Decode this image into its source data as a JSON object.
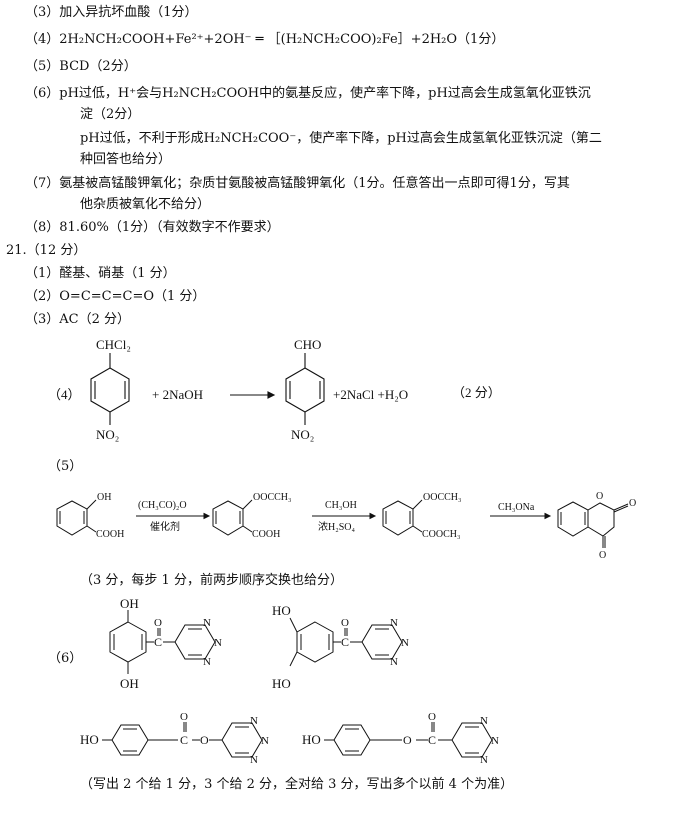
{
  "q20": {
    "l3": "（3）加入异抗坏血酸（1分）",
    "l4": "（4）2H₂NCH₂COOH+Fe²⁺+2OH⁻ ═ ［(H₂NCH₂COO)₂Fe］+2H₂O（1分）",
    "l5": "（5）BCD（2分）",
    "l6a": "（6）pH过低，H⁺会与H₂NCH₂COOH中的氨基反应，使产率下降，pH过高会生成氢氧化亚铁沉",
    "l6b": "淀（2分）",
    "l6c": "pH过低，不利于形成H₂NCH₂COO⁻，使产率下降，pH过高会生成氢氧化亚铁沉淀（第二",
    "l6d": "种回答也给分）",
    "l7a": "（7）氨基被高锰酸钾氧化；杂质甘氨酸被高锰酸钾氧化（1分。任意答出一点即可得1分，写其",
    "l7b": "他杂质被氧化不给分）",
    "l8": "（8）81.60%（1分）（有效数字不作要求）"
  },
  "q21": {
    "head": "21.（12 分）",
    "l1": "（1）醛基、硝基（1 分）",
    "l2": "（2）O=C=C=C=O（1 分）",
    "l3": "（3）AC（2 分）",
    "l4": {
      "num": "（4）",
      "reactant_sub": "CHCl₂",
      "nitro": "NO₂",
      "reagent": "+ 2NaOH",
      "product_sub": "CHO",
      "byproducts": "+2NaCl +H₂O",
      "score": "（2 分）"
    },
    "l5": {
      "num": "（5）",
      "oh": "OH",
      "cooh": "COOH",
      "step1_top": "(CH₃CO)₂O",
      "step1_bottom": "催化剂",
      "ester": "OOCCH₃",
      "step2_top": "CH₃OH",
      "step2_bottom": "浓H₂SO₄",
      "me_ester": "COOCH₃",
      "step3_top": "CH₃ONa",
      "o": "O",
      "note": "（3 分，每步 1 分，前两步顺序交换也给分）"
    },
    "l6": {
      "num": "（6）",
      "oh": "OH",
      "ho": "HO",
      "n": "N",
      "c": "C",
      "o": "O",
      "note": "（写出 2 个给 1 分，3 个给 2 分，全对给 3 分，写出多个以前 4 个为准）"
    }
  }
}
